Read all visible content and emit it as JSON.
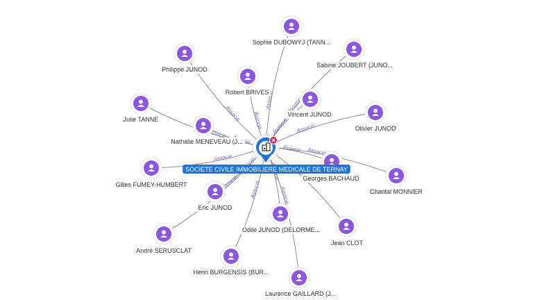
{
  "center": {
    "label": "SOCIETE CIVILE IMMOBILIERE MEDICALE DE TERNAY",
    "icon": "building-icon",
    "badge_icon": "close-badge-icon",
    "color": "#1a73e8"
  },
  "edge_label": "Associé",
  "person_color": "#8a56e2",
  "people": [
    {
      "id": "sophie-dubowyj",
      "label": "Sophie DUBOWYJ (TANN..."
    },
    {
      "id": "sabine-joubert",
      "label": "Sabine JOUBERT (JUNO..."
    },
    {
      "id": "philippe-junod",
      "label": "Philippe JUNOD"
    },
    {
      "id": "robert-brives",
      "label": "Robert BRIVES"
    },
    {
      "id": "vincent-junod",
      "label": "Vincent JUNOD"
    },
    {
      "id": "olivier-junod",
      "label": "Olivier JUNOD"
    },
    {
      "id": "julie-tanne",
      "label": "Julie TANNE"
    },
    {
      "id": "nathalie-meneveau",
      "label": "Nathalie MENEVEAU (J..."
    },
    {
      "id": "georges-bachaud",
      "label": "Georges BACHAUD"
    },
    {
      "id": "gilles-fumey-humbert",
      "label": "Gilles FUMEY-HUMBERT"
    },
    {
      "id": "chantal-monnier",
      "label": "Chantal MONNIER"
    },
    {
      "id": "eric-junod",
      "label": "Eric JUNOD"
    },
    {
      "id": "odile-junod",
      "label": "Odile JUNOD (DELORME..."
    },
    {
      "id": "jean-clot",
      "label": "Jean CLOT"
    },
    {
      "id": "andre-serusclat",
      "label": "André SERUSCLAT"
    },
    {
      "id": "henri-burgensis",
      "label": "Henri BURGENSIS (BUR..."
    },
    {
      "id": "laurence-gaillard",
      "label": "Laurence GAILLARD (J..."
    }
  ]
}
